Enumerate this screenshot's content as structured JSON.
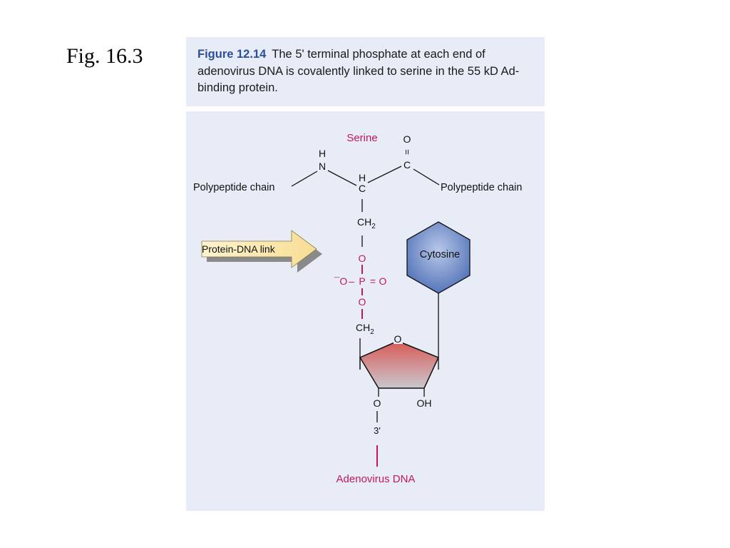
{
  "slide": {
    "label": "Fig. 16.3"
  },
  "caption": {
    "figure_number": "Figure 12.14",
    "text": "The 5' terminal phosphate at each end of adenovirus DNA is covalently linked to serine in the 55 kD Ad-binding protein."
  },
  "diagram": {
    "serine_label": "Serine",
    "polypeptide_left": "Polypeptide chain",
    "polypeptide_right": "Polypeptide chain",
    "atom_H_top": "H",
    "atom_N": "N",
    "atom_H_alpha": "H",
    "atom_C_alpha": "C",
    "atom_O_carbonyl": "O",
    "bond_double": "=",
    "atom_C_carbonyl": "C",
    "group_CH2_serine": "CH",
    "subscript_2_a": "2",
    "group_CH2_sugar": "CH",
    "subscript_2_b": "2",
    "arrow_label": "Protein-DNA link",
    "phosphate": {
      "o_top": "O",
      "o_left": "¯O",
      "dash_left": "–",
      "p": "P",
      "eq_right": "=",
      "o_right": "O",
      "o_bottom": "O"
    },
    "base_label": "Cytosine",
    "ring_O": "O",
    "sugar_O3": "O",
    "sugar_OH": "OH",
    "three_prime": "3'",
    "dna_label": "Adenovirus DNA"
  },
  "colors": {
    "panel_bg": "#e8ecf6",
    "caption_accent": "#2b4f9b",
    "highlight_red": "#c2185b",
    "arrow_fill": "#fde9b5",
    "base_fill": "#5b7cc0"
  }
}
